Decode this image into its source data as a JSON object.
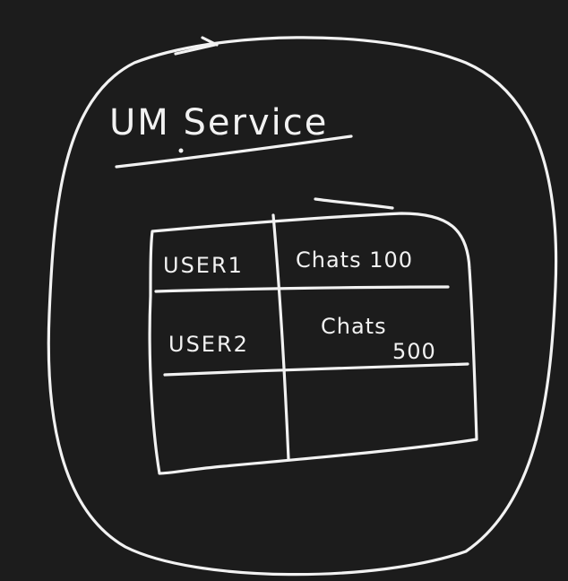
{
  "diagram": {
    "title": "UM Service",
    "table": {
      "rows": [
        {
          "user": "USER1",
          "value": "Chats 100"
        },
        {
          "user": "USER2",
          "value": "Chats",
          "value_extra": "500"
        },
        {
          "user": "",
          "value": ""
        }
      ]
    }
  }
}
